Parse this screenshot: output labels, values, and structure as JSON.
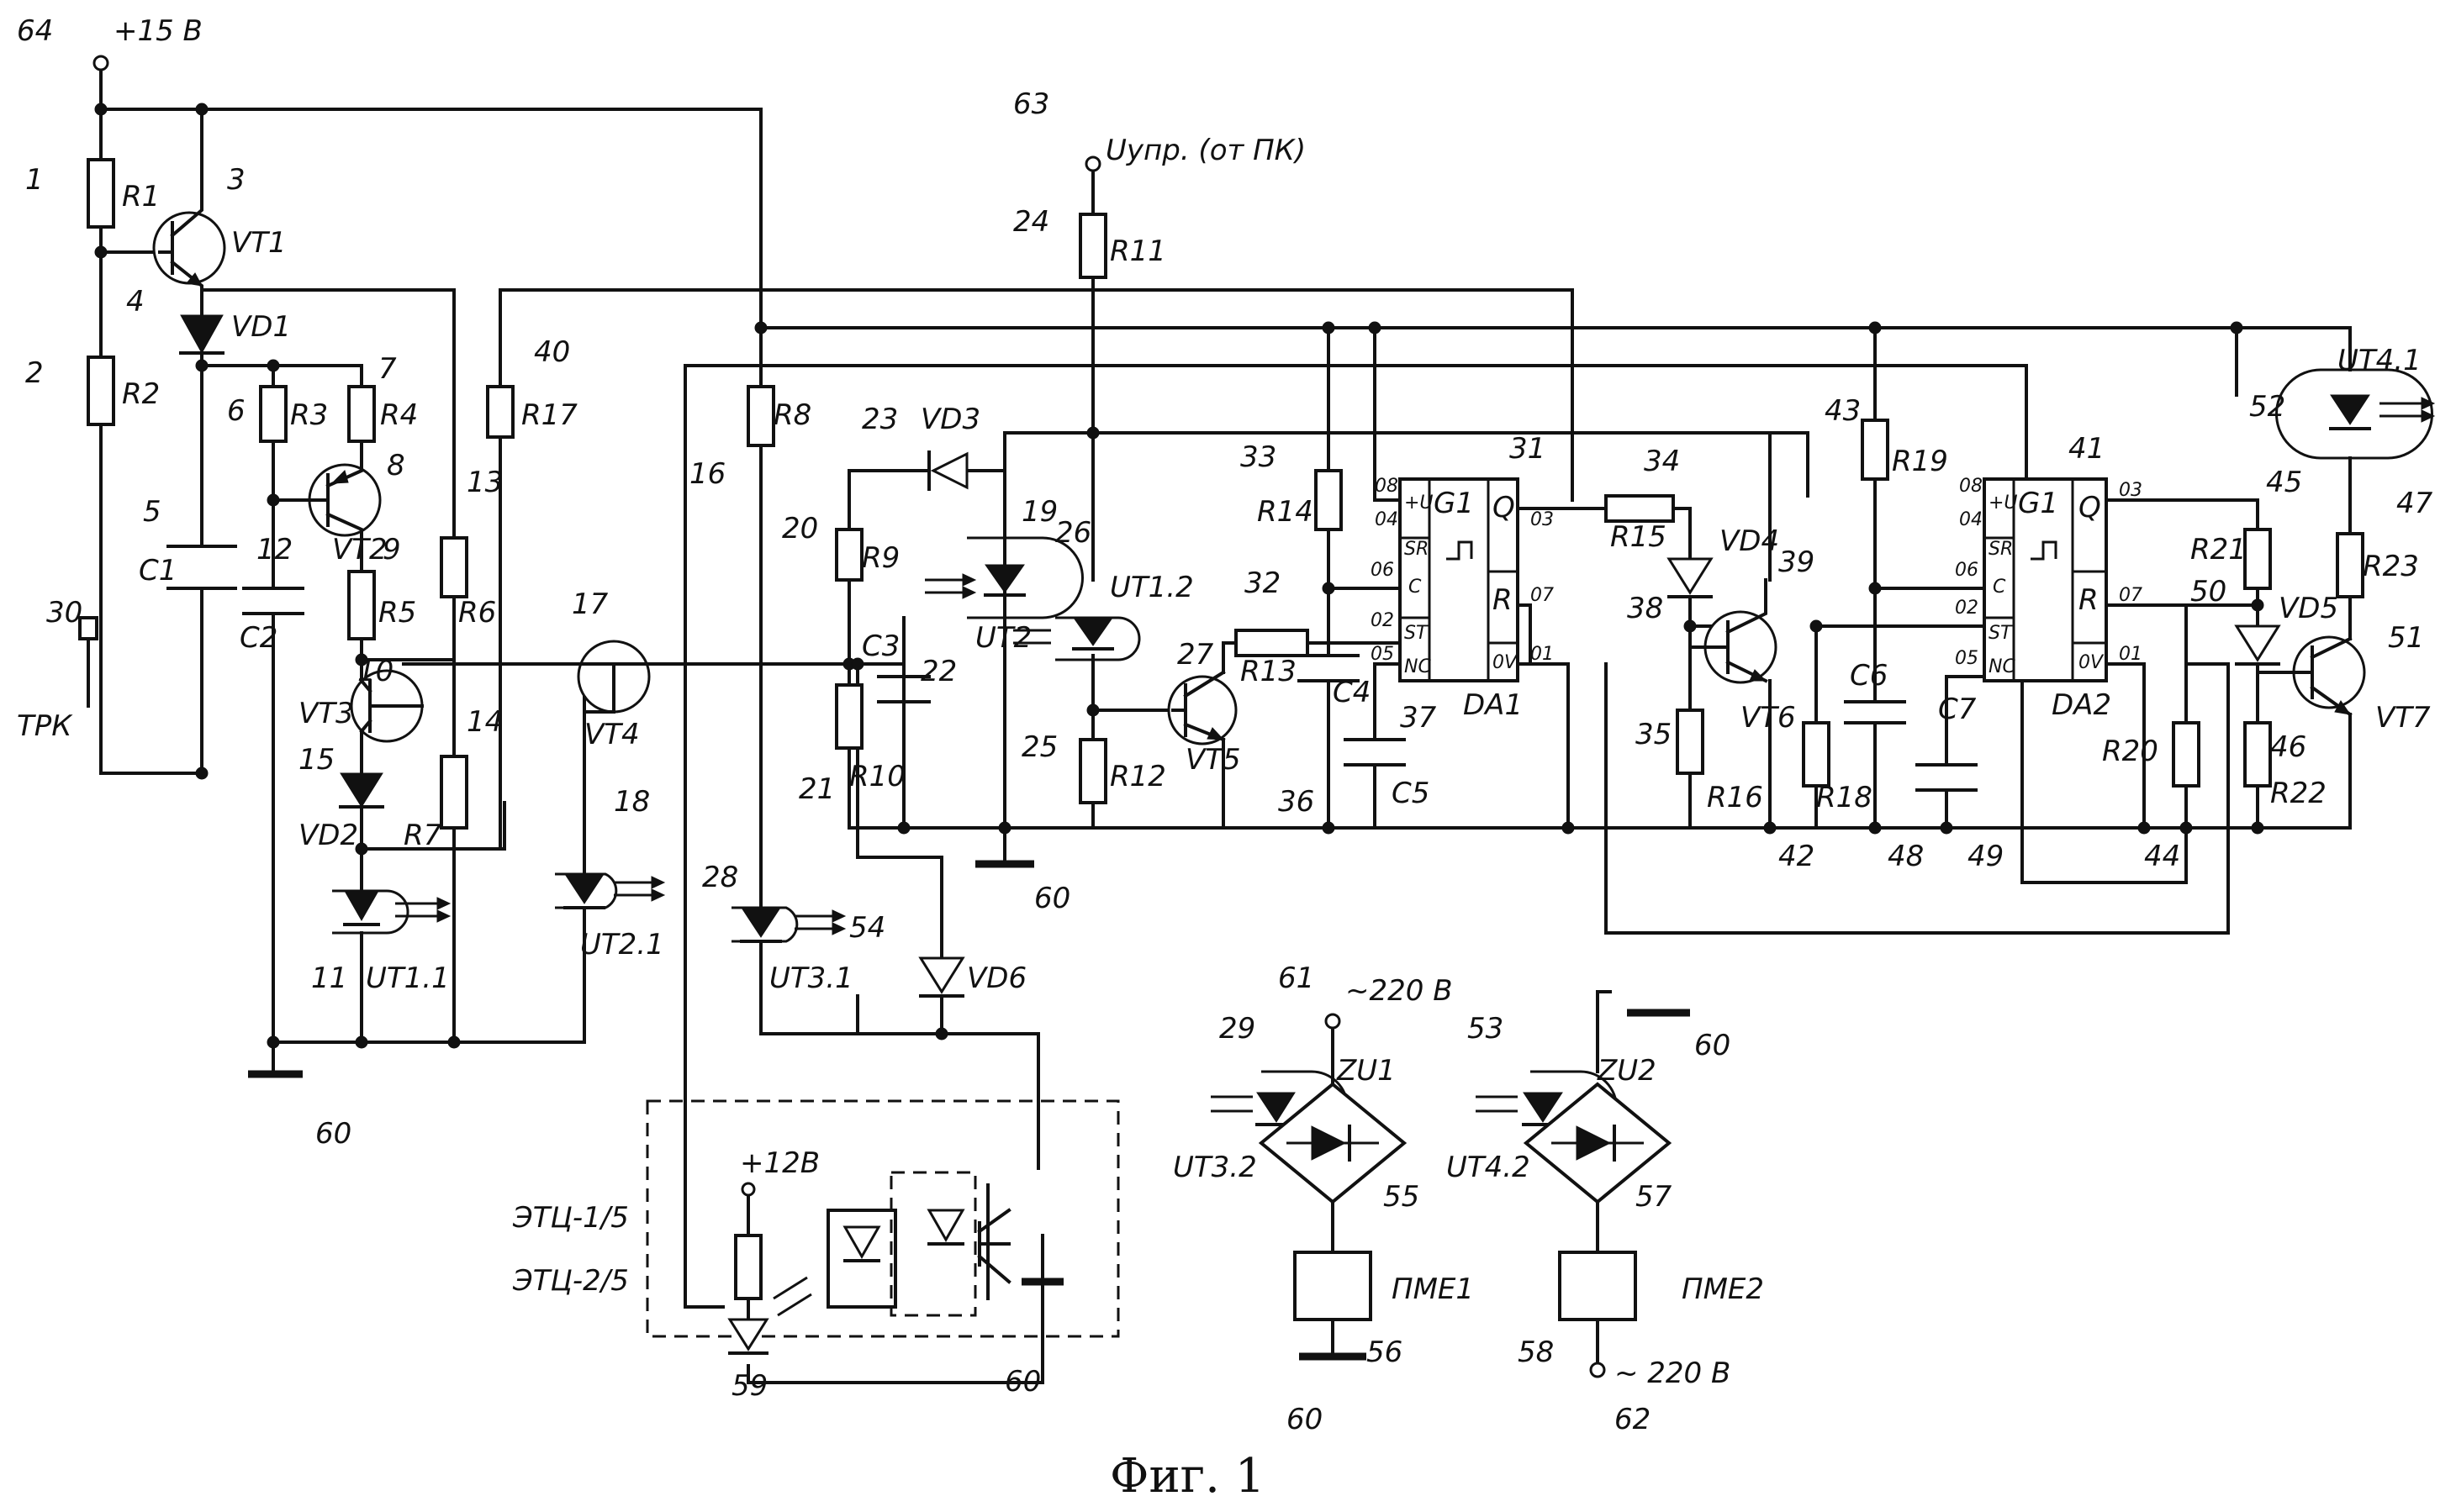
{
  "title": "",
  "caption": "Фиг. 1",
  "supply": {
    "v15": "+15 В",
    "uctrl": "Uупр. (от ПК)",
    "ac220": "~220 В",
    "ac220b": "~ 220 В",
    "v12": "+12В"
  },
  "terminals": {
    "t64": "64",
    "t63": "63",
    "t61": "61",
    "t62": "62",
    "t60": "60"
  },
  "components": {
    "R1": "R1",
    "R2": "R2",
    "R3": "R3",
    "R4": "R4",
    "R5": "R5",
    "R6": "R6",
    "R7": "R7",
    "R8": "R8",
    "R9": "R9",
    "R10": "R10",
    "R11": "R11",
    "R12": "R12",
    "R13": "R13",
    "R14": "R14",
    "R15": "R15",
    "R16": "R16",
    "R17": "R17",
    "R18": "R18",
    "R19": "R19",
    "R20": "R20",
    "R21": "R21",
    "R22": "R22",
    "R23": "R23",
    "C1": "C1",
    "C2": "C2",
    "C3": "C3",
    "C4": "C4",
    "C5": "C5",
    "C6": "C6",
    "C7": "C7",
    "VT1": "VT1",
    "VT2": "VT2",
    "VT3": "VT3",
    "VT4": "VT4",
    "VT5": "VT5",
    "VT6": "VT6",
    "VT7": "VT7",
    "VD1": "VD1",
    "VD2": "VD2",
    "VD3": "VD3",
    "VD4": "VD4",
    "VD5": "VD5",
    "VD6": "VD6",
    "UT11": "UT1.1",
    "UT12": "UT1.2",
    "UT2": "UT2",
    "UT21": "UT2.1",
    "UT31": "UT3.1",
    "UT32": "UT3.2",
    "UT41": "UT4.1",
    "UT42": "UT4.2",
    "DA1": "DA1",
    "DA2": "DA2",
    "ZU1": "ZU1",
    "ZU2": "ZU2",
    "PME1": "ПМЕ1",
    "PME2": "ПМЕ2",
    "TRK": "ТРК",
    "ETC1": "ЭТЦ-1/5",
    "ETC2": "ЭТЦ-2/5",
    "G1": "G1"
  },
  "refs": [
    "1",
    "2",
    "3",
    "4",
    "5",
    "6",
    "7",
    "8",
    "9",
    "10",
    "11",
    "12",
    "13",
    "14",
    "15",
    "16",
    "17",
    "18",
    "19",
    "20",
    "21",
    "22",
    "23",
    "24",
    "25",
    "26",
    "27",
    "28",
    "29",
    "30",
    "31",
    "32",
    "33",
    "34",
    "35",
    "36",
    "37",
    "38",
    "39",
    "40",
    "41",
    "42",
    "43",
    "44",
    "45",
    "46",
    "47",
    "48",
    "49",
    "50",
    "51",
    "52",
    "53",
    "54",
    "55",
    "56",
    "57",
    "58",
    "59"
  ],
  "chip_pins": {
    "p08": "08",
    "p04": "04",
    "p06": "06",
    "p02": "02",
    "p05": "05",
    "p03": "03",
    "p07": "07",
    "p01": "01",
    "U": "+U",
    "SR": "SR",
    "C": "C",
    "ST": "ST",
    "NC": "NC",
    "Q": "Q",
    "R": "R",
    "OV": "0V"
  }
}
